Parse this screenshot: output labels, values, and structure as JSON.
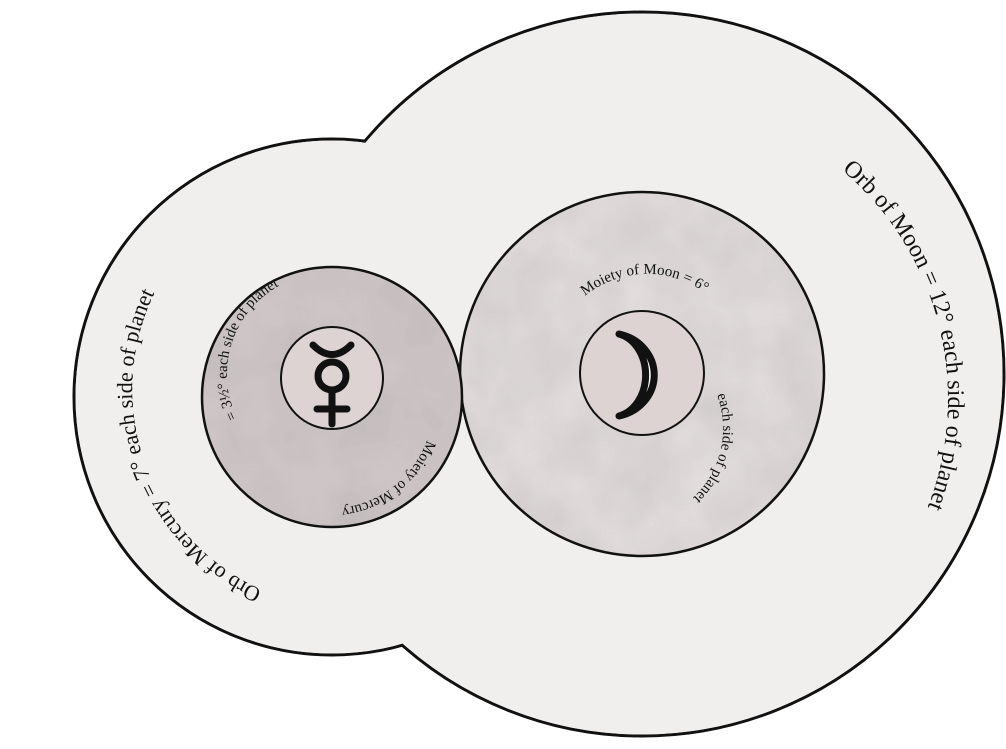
{
  "diagram": {
    "orb_moon_label": "Orb of Moon = 12° each side of planet",
    "orb_mercury_label": "Orb of Mercury = 7° each side of planet",
    "moiety_mercury_top": "= 3½° each side of planet",
    "moiety_mercury_bottom": "Moiety of Mercury",
    "moiety_moon_top": "Moiety of Moon = 6°",
    "moiety_moon_bottom": "each side of planet",
    "mercury_symbol": "mercury-symbol",
    "moon_symbol": "moon-crescent-symbol",
    "colors": {
      "orb_fill": "#f1eeee",
      "moiety_moon_fill": "#e4dede",
      "moiety_mercury_fill": "#cfc6c6",
      "planet_disc_fill": "#ded4d4",
      "outline": "#111111"
    }
  }
}
